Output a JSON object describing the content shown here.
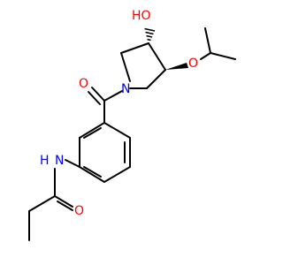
{
  "colors": {
    "bond": "#000000",
    "oxygen": "#ff0000",
    "nitrogen": "#0000ff",
    "background": "#ffffff"
  },
  "molecule": {
    "atom_labels": {
      "hydroxyl": "HO",
      "ether_oxygen": "O",
      "carbonyl_oxygen_ring": "O",
      "ring_nitrogen": "N",
      "amide_nitrogen": "N",
      "amide_hydrogen": "H",
      "amide_oxygen": "O"
    }
  }
}
